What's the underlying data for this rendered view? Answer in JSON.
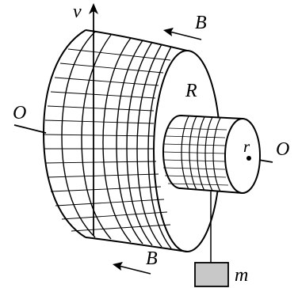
{
  "labels": {
    "v": "v",
    "B_top": "B",
    "B_bottom": "B",
    "R": "R",
    "r": "r",
    "O_left": "O",
    "O_right": "O",
    "m": "m"
  },
  "colors": {
    "line": "#000000",
    "background": "#ffffff",
    "mass_fill": "#c8c8c8"
  }
}
